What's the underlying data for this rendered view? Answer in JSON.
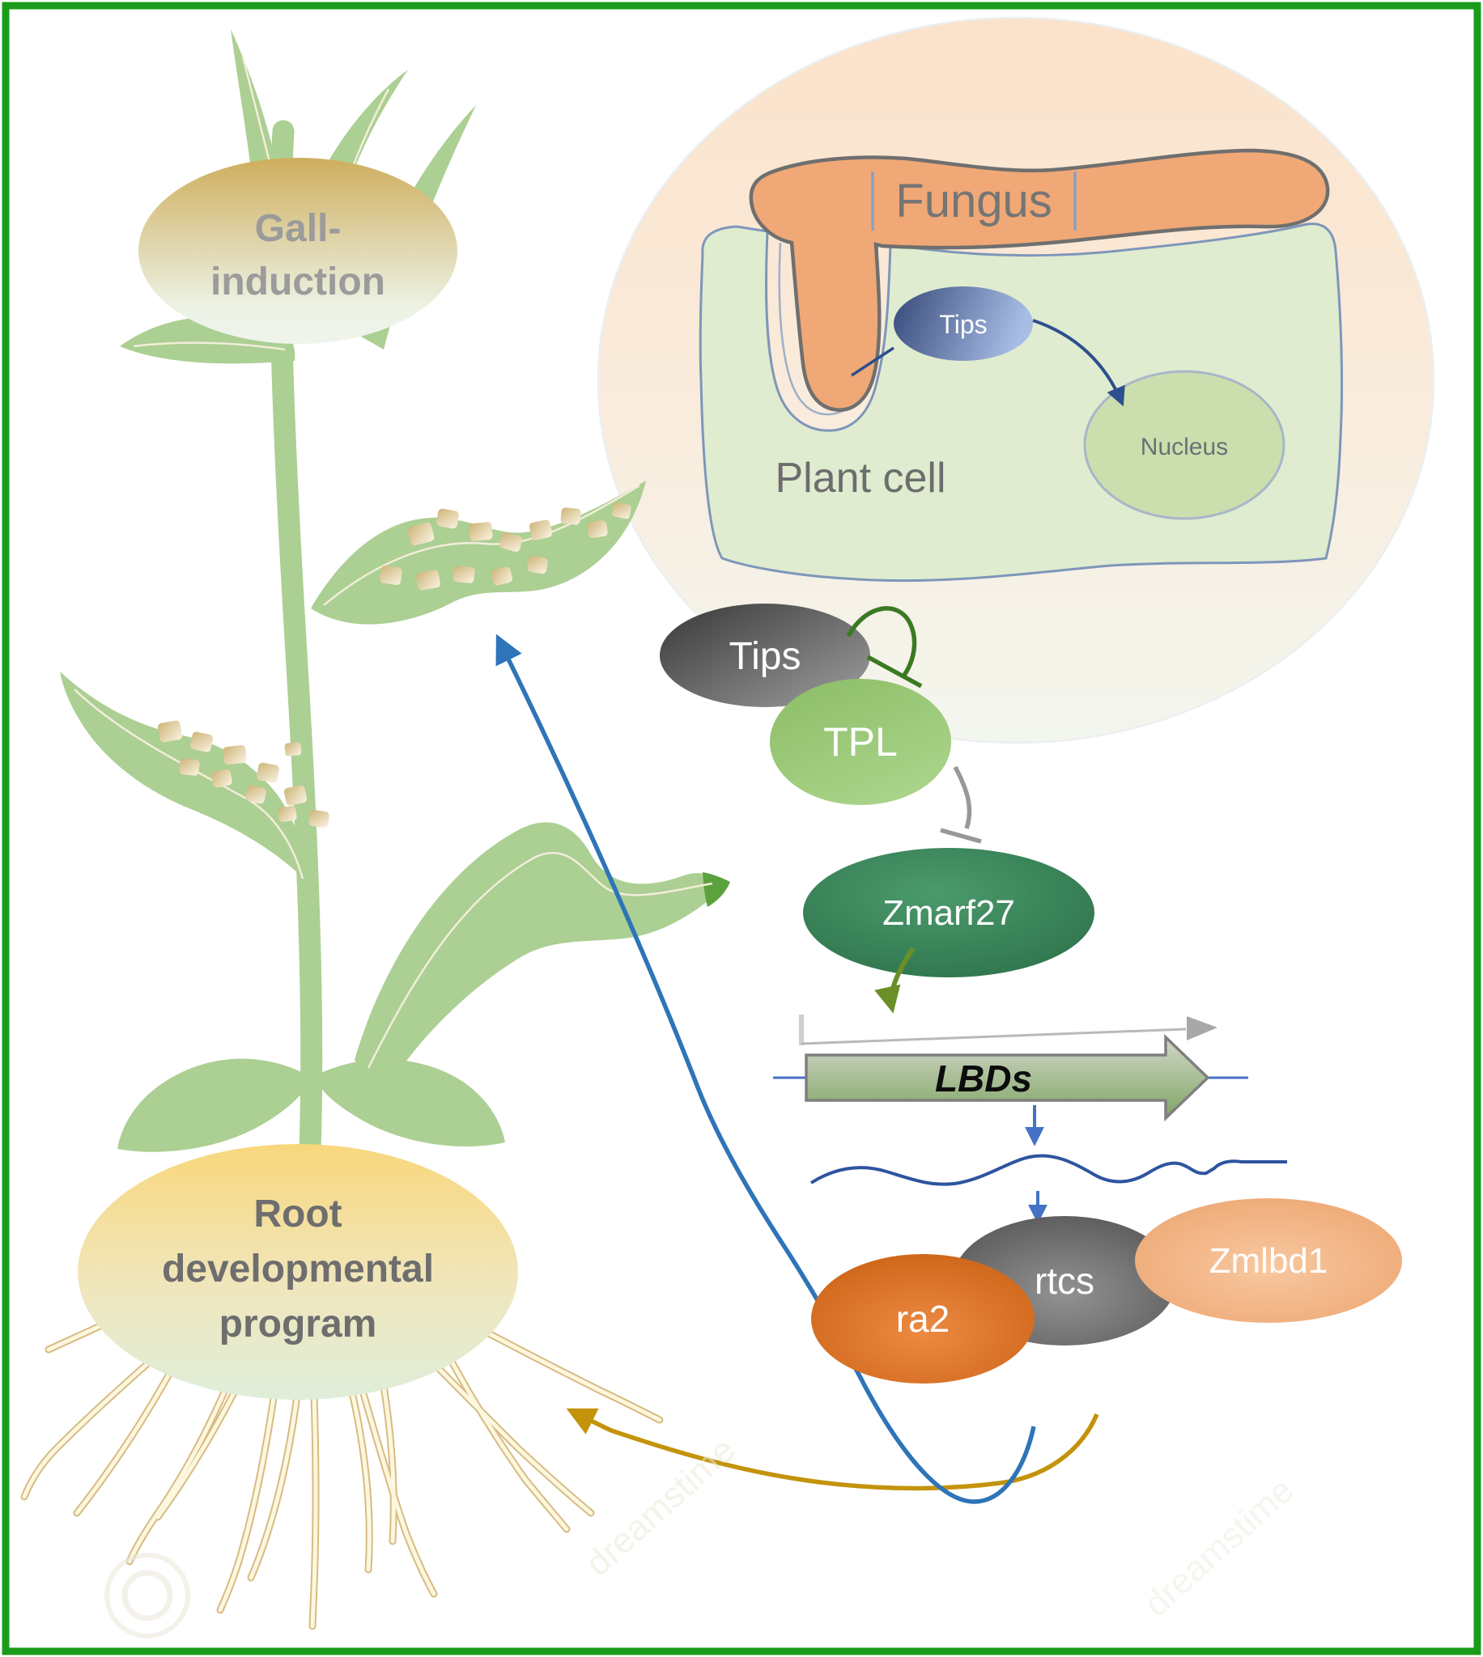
{
  "colors": {
    "frame": "#1a9c1a",
    "leaf_green": "#accf93",
    "fungus_orange": "#f0a876",
    "cell_green": "#dfeccf",
    "nucleus_green": "#cadfad",
    "effector_blue": "#44598c",
    "tips_gray": "#4a4a4a",
    "tpl_green": "#9cc87a",
    "zmarf_green": "#38835b",
    "ra2_orange": "#df7226",
    "rtcs_gray": "#6f6f6f",
    "zmlbd1_peach": "#f1b189",
    "arrow_blue": "#2e74b8",
    "arrow_gold": "#c3930b",
    "wave_blue": "#2d54a0",
    "small_arrow_blue": "#4472c4"
  },
  "left_panel": {
    "gall_induction_line1": "Gall-",
    "gall_induction_line2": "induction",
    "root_line1": "Root",
    "root_line2": "developmental",
    "root_line3": "program"
  },
  "inset": {
    "fungus": "Fungus",
    "plant_cell": "Plant cell",
    "effector": "Tips",
    "nucleus": "Nucleus"
  },
  "pathway": {
    "effector": "Tips",
    "corepressor": "TPL",
    "tf": "Zmarf27",
    "gene": "LBDs",
    "target_ra2": "ra2",
    "target_rtcs": "rtcs",
    "target_zmlbd1": "Zmlbd1"
  },
  "watermark": "dreamstime"
}
